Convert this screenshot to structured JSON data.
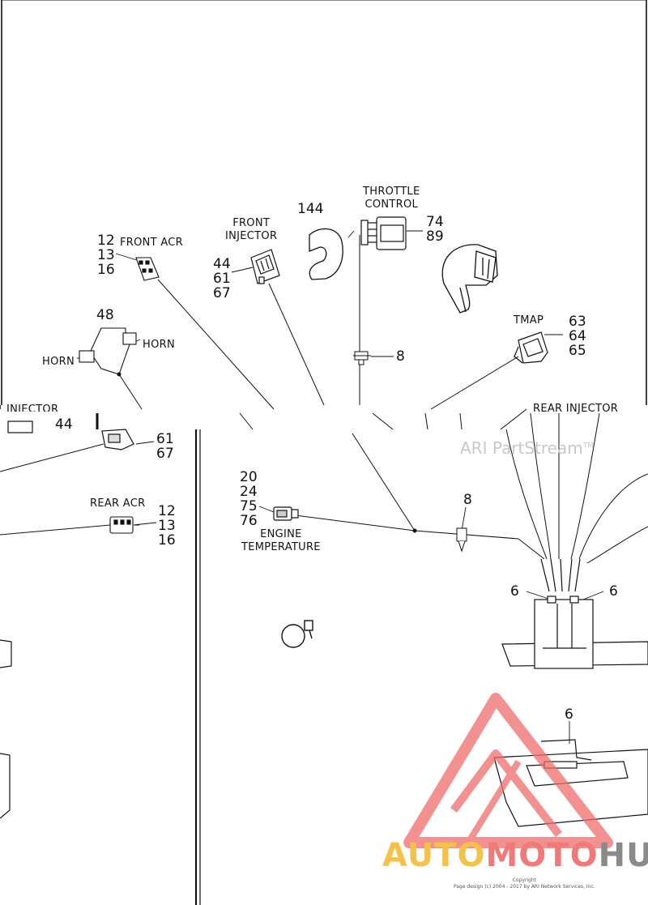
{
  "labels": {
    "front_acr": "FRONT ACR",
    "front_injector": "FRONT\nINJECTOR",
    "throttle_control": "THROTTLE\nCONTROL",
    "horn_right": "HORN",
    "horn_left": "HORN",
    "tmap": "TMAP",
    "rear_injector": "REAR INJECTOR",
    "left_injector_cut": "INJECTOR",
    "rear_acr": "REAR ACR",
    "engine_temperature": "ENGINE\nTEMPERATURE"
  },
  "callouts": {
    "front_acr": [
      "12",
      "13",
      "16"
    ],
    "front_injector": [
      "44",
      "61",
      "67"
    ],
    "part_144": "144",
    "throttle_control": [
      "74",
      "89"
    ],
    "horn": "48",
    "clip_8_upper": "8",
    "tmap": [
      "63",
      "64",
      "65"
    ],
    "left_injector": "44",
    "left_injector_2": [
      "61",
      "67"
    ],
    "rear_acr": [
      "12",
      "13",
      "16"
    ],
    "engine_temperature": [
      "20",
      "24",
      "75",
      "76"
    ],
    "clip_8_lower": "8",
    "clamp_6_left": "6",
    "clamp_6_right": "6",
    "clamp_6_lower": "6"
  },
  "watermark": {
    "text": "ARI PartStream",
    "tm": "TM",
    "logo_auto": "AUTO",
    "logo_moto": "MOTO",
    "logo_hub": "HUB",
    "copyright_1": "Copyright",
    "copyright_2": "Page design (c) 2004 - 2017 by ARI Network Services, Inc."
  },
  "colors": {
    "line": "#111111",
    "logo_red": "#ef6b6b",
    "logo_yellow": "#f3c24a",
    "logo_grey": "#8a8a8a"
  }
}
